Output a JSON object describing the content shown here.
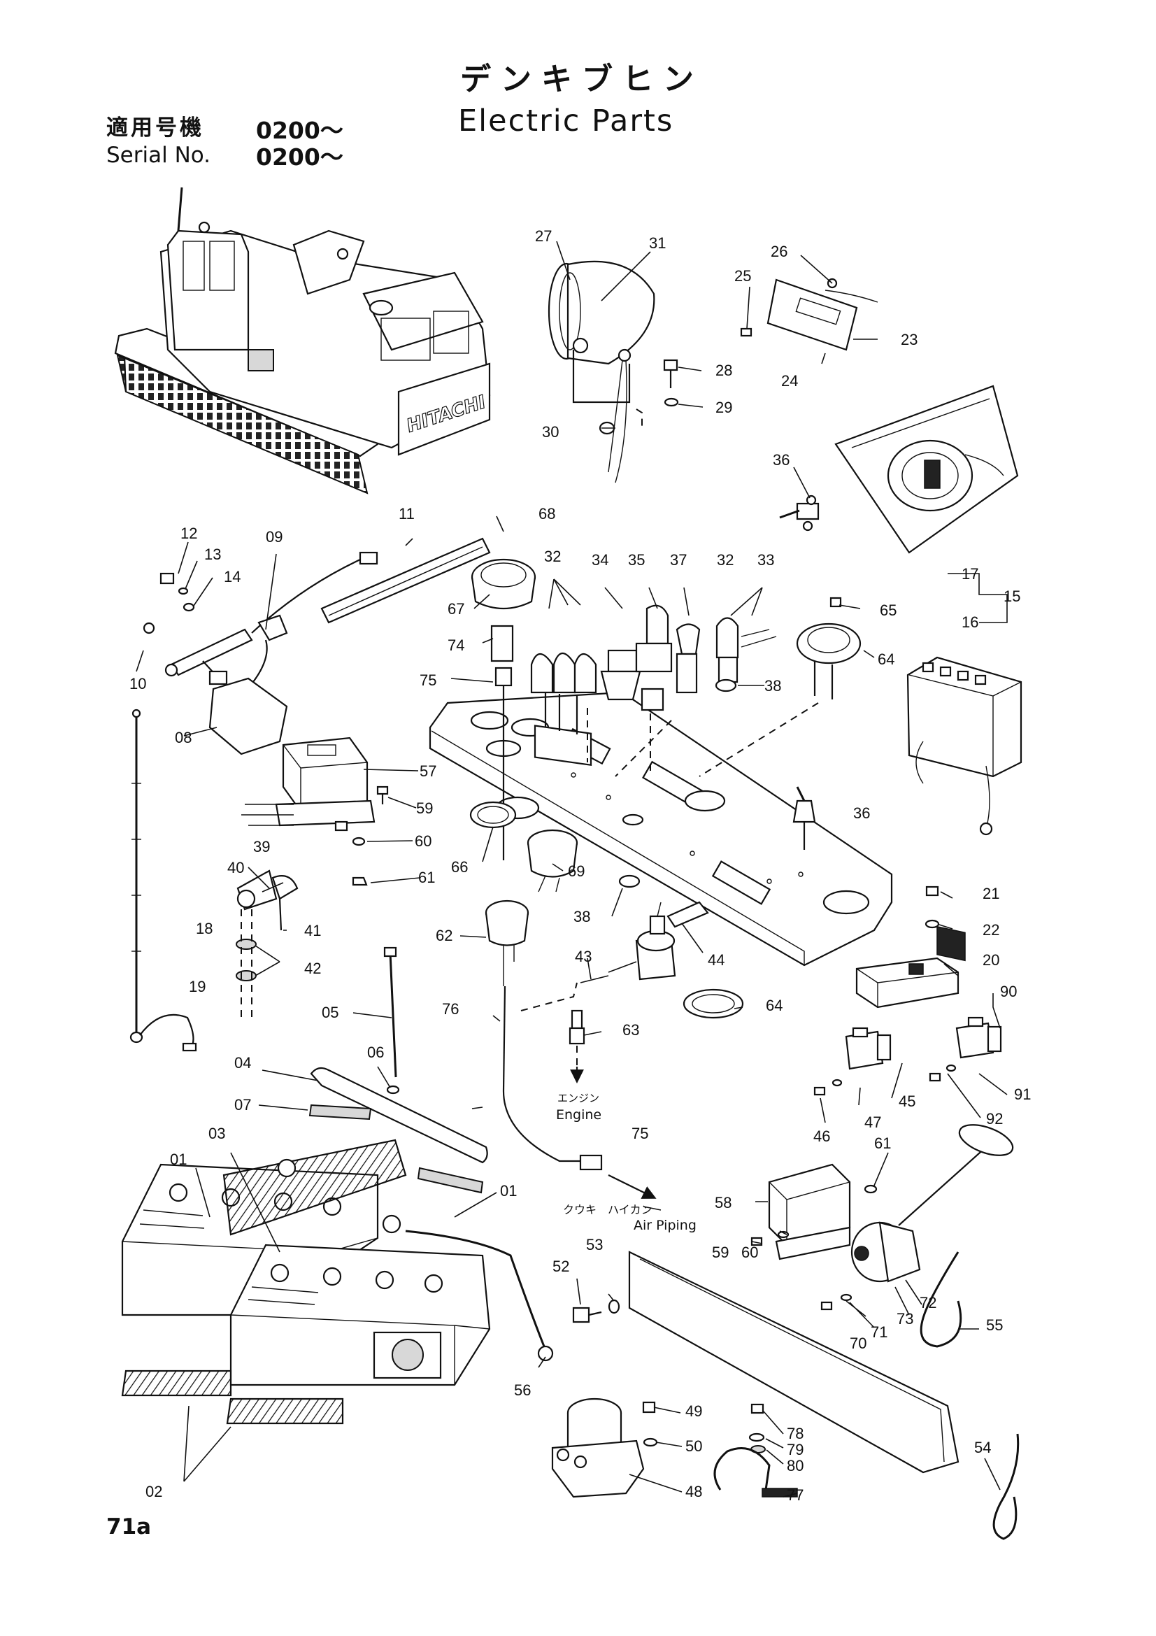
{
  "header": {
    "title_jp": "デンキブヒン",
    "title_en": "Electric Parts",
    "serial_label_jp": "適用号機",
    "serial_value_jp": "0200～",
    "serial_label_en": "Serial No.",
    "serial_value_en": "0200～"
  },
  "page_number": "71a",
  "machine_brand": "HITACHI",
  "notes": {
    "engine_jp": "エンジン",
    "engine_en": "Engine",
    "air_piping_jp": "クウキ　ハイカン",
    "air_piping_en": "Air Piping"
  },
  "callouts": {
    "c27": "27",
    "c31": "31",
    "c26": "26",
    "c25": "25",
    "c23": "23",
    "c24": "24",
    "c28": "28",
    "c29": "29",
    "c30": "30",
    "c36a": "36",
    "c36b": "36",
    "c17": "17",
    "c15": "15",
    "c16": "16",
    "c11": "11",
    "c12": "12",
    "c13": "13",
    "c14": "14",
    "c09": "09",
    "c10": "10",
    "c08": "08",
    "c68": "68",
    "c67": "67",
    "c74": "74",
    "c75a": "75",
    "c75b": "75",
    "c32a": "32",
    "c34": "34",
    "c35": "35",
    "c37": "37",
    "c32b": "32",
    "c33": "33",
    "c65": "65",
    "c64a": "64",
    "c64b": "64",
    "c38a": "38",
    "c38b": "38",
    "c57": "57",
    "c59a": "59",
    "c59b": "59",
    "c60a": "60",
    "c60b": "60",
    "c61a": "61",
    "c61b": "61",
    "c39": "39",
    "c40": "40",
    "c41": "41",
    "c42": "42",
    "c66": "66",
    "c69": "69",
    "c62": "62",
    "c43": "43",
    "c44": "44",
    "c63": "63",
    "c76": "76",
    "c18": "18",
    "c19": "19",
    "c21": "21",
    "c22": "22",
    "c20": "20",
    "c90": "90",
    "c91": "91",
    "c92": "92",
    "c45": "45",
    "c46": "46",
    "c47": "47",
    "c05": "05",
    "c06": "06",
    "c04": "04",
    "c07": "07",
    "c03": "03",
    "c01a": "01",
    "c01b": "01",
    "c02": "02",
    "c58": "58",
    "c53": "53",
    "c52": "52",
    "c56": "56",
    "c70": "70",
    "c71": "71",
    "c72": "72",
    "c73": "73",
    "c55": "55",
    "c54": "54",
    "c49": "49",
    "c50": "50",
    "c48": "48",
    "c78": "78",
    "c79": "79",
    "c80": "80",
    "c77": "77"
  }
}
